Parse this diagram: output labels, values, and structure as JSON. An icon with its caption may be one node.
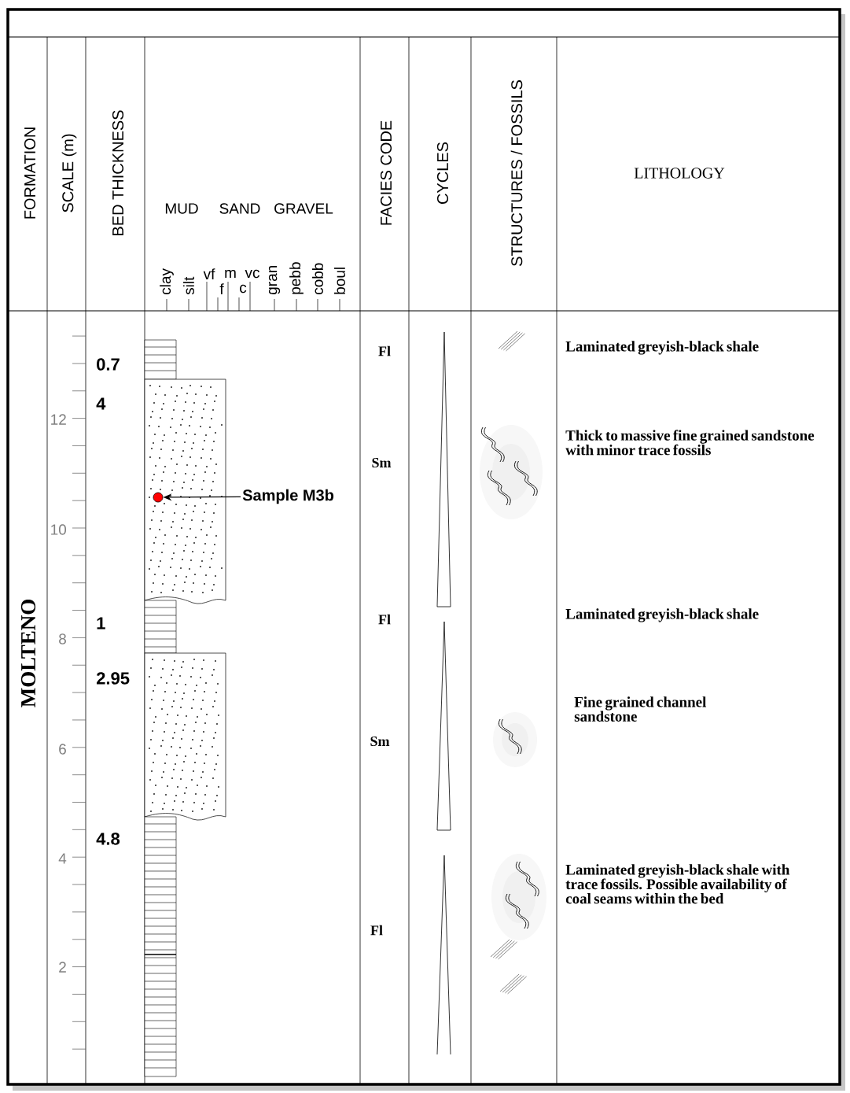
{
  "diagram": {
    "nodes": [
      {
        "text": [
          "Sample M3b"
        ]
      },
      {
        "text": [],
        "shape": "circle"
      }
    ],
    "edges": [
      {
        "from": 0,
        "to": 1,
        "arrow": "to"
      }
    ],
    "labels": [
      "FORMATION",
      "SCALE (m)",
      "BED THICKNESS",
      "MUD",
      "SAND",
      "GRAVEL",
      "clay",
      "silt",
      "vf",
      "f",
      "m",
      "c",
      "vc",
      "gran",
      "pebb",
      "cobb",
      "boul",
      "FACIES CODE",
      "CYCLES",
      "STRUCTURES / FOSSILS",
      "LITHOLOGY",
      "MOLTENO",
      "12",
      "10",
      "8",
      "6",
      "4",
      "2",
      "0.7",
      "4",
      "1",
      "2.95",
      "4.8",
      "Fl",
      "Sm",
      "Fl",
      "Sm",
      "Fl",
      "Laminated greyish-black shale",
      "Thick to massive fine grained sandstone with minor trace fossils",
      "Laminated greyish-black shale",
      "Fine grained channel sandstone",
      "Laminated greyish-black shale with trace fossils. Possible availability of coal seams within the bed"
    ]
  }
}
